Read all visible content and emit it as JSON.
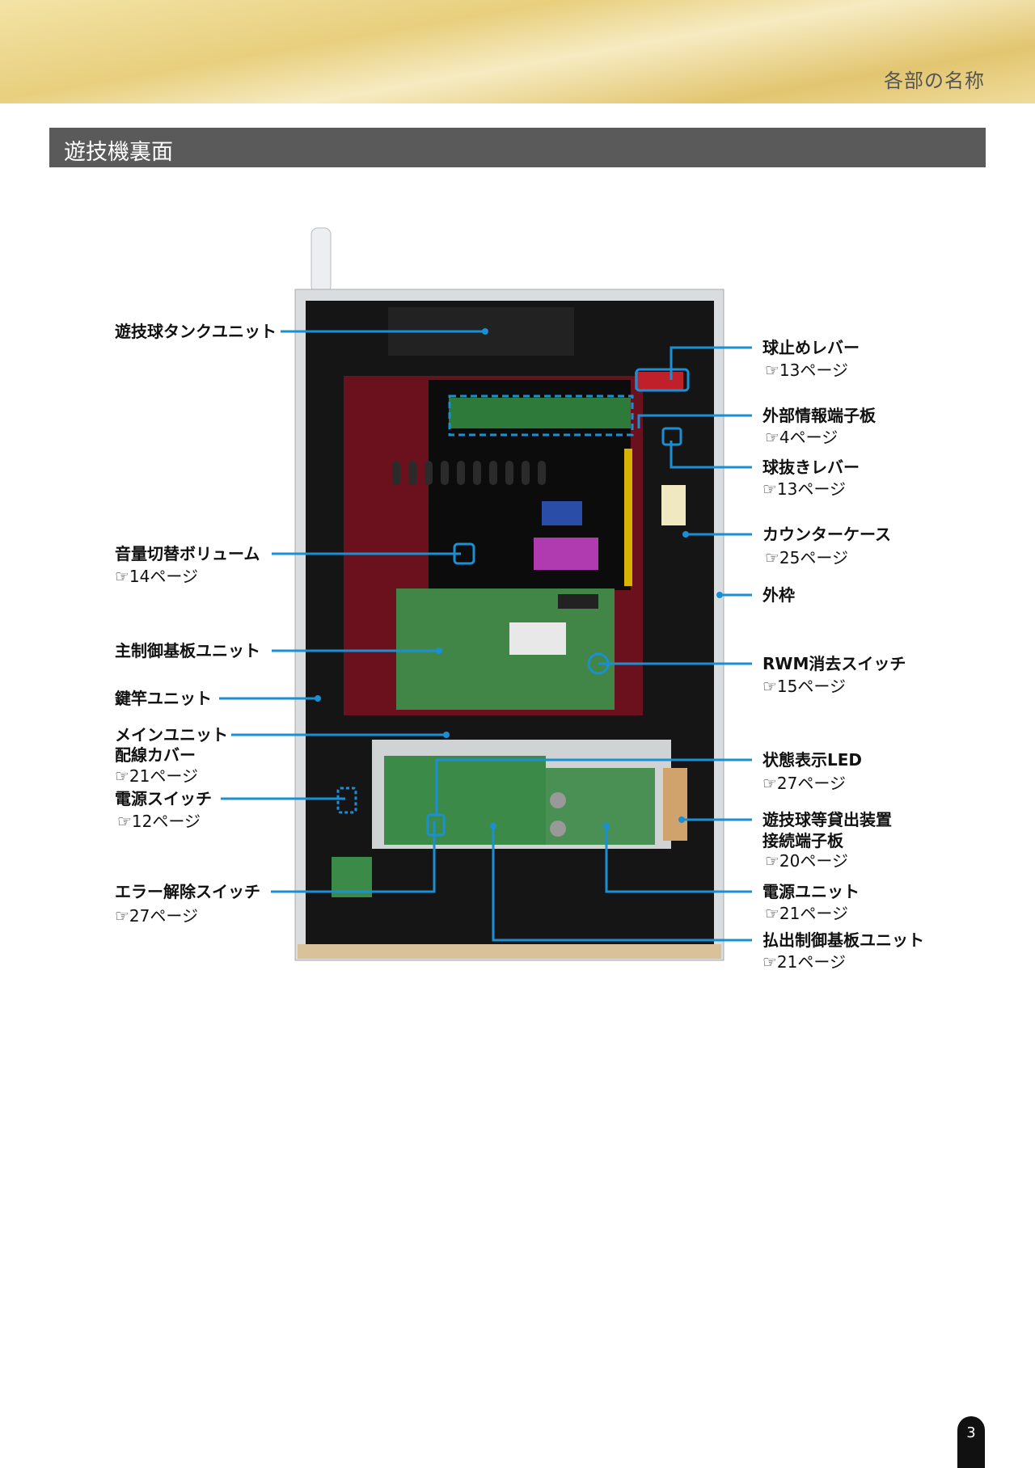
{
  "header": {
    "title": "各部の名称"
  },
  "section": {
    "title": "遊技機裏面"
  },
  "colors": {
    "accent": "#1b8fd3",
    "section_bar": "#5a5a5a"
  },
  "labels_left": [
    {
      "name": "遊技球タンクユニット",
      "ref": ""
    },
    {
      "name": "音量切替ボリューム",
      "ref": "☞14ページ"
    },
    {
      "name": "主制御基板ユニット",
      "ref": ""
    },
    {
      "name": "鍵竿ユニット",
      "ref": ""
    },
    {
      "name": "メインユニット",
      "name2": "配線カバー",
      "ref": "☞21ページ"
    },
    {
      "name": "電源スイッチ",
      "ref": "☞12ページ"
    },
    {
      "name": "エラー解除スイッチ",
      "ref": "☞27ページ"
    }
  ],
  "labels_right": [
    {
      "name": "球止めレバー",
      "ref": "☞13ページ"
    },
    {
      "name": "外部情報端子板",
      "ref": "☞4ページ"
    },
    {
      "name": "球抜きレバー",
      "ref": "☞13ページ"
    },
    {
      "name": "カウンターケース",
      "ref": "☞25ページ"
    },
    {
      "name": "外枠",
      "ref": ""
    },
    {
      "name": "RWM消去スイッチ",
      "ref": "☞15ページ"
    },
    {
      "name": "状態表示LED",
      "ref": "☞27ページ"
    },
    {
      "name": "遊技球等貸出装置",
      "name2": "接続端子板",
      "ref": "☞20ページ"
    },
    {
      "name": "電源ユニット",
      "ref": "☞21ページ"
    },
    {
      "name": "払出制御基板ユニット",
      "ref": "☞21ページ"
    }
  ],
  "page_number": "3"
}
